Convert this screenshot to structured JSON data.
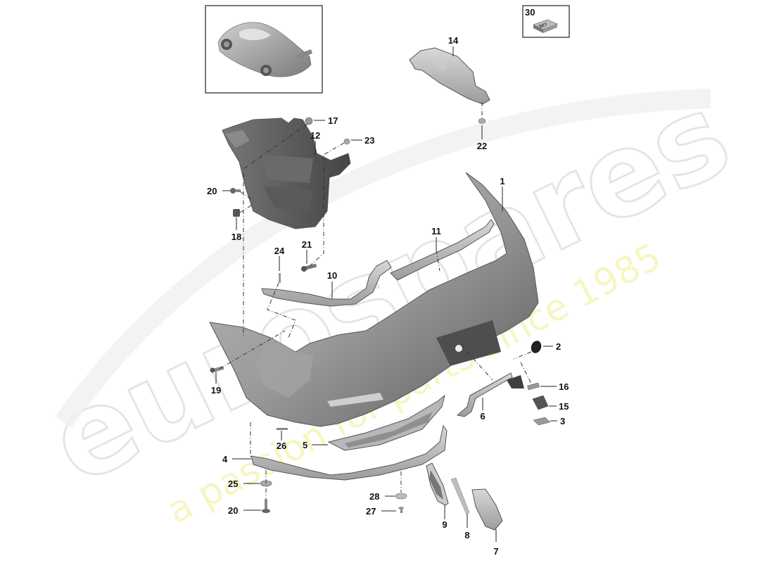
{
  "diagram": {
    "title": "Rear bumper assembly exploded view",
    "watermark": {
      "logo_text": "eurospares",
      "tagline": "a passion for parts since 1985",
      "logo_color": "#e6e6e6",
      "tagline_color": "#f2f2a8"
    },
    "inset_car_label": "vehicle overview",
    "set_box": {
      "number": "30",
      "label": "SET"
    },
    "callouts": [
      {
        "id": "c1",
        "number": "1"
      },
      {
        "id": "c2",
        "number": "2"
      },
      {
        "id": "c3",
        "number": "3"
      },
      {
        "id": "c4",
        "number": "4"
      },
      {
        "id": "c5",
        "number": "5"
      },
      {
        "id": "c6",
        "number": "6"
      },
      {
        "id": "c7",
        "number": "7"
      },
      {
        "id": "c8",
        "number": "8"
      },
      {
        "id": "c9",
        "number": "9"
      },
      {
        "id": "c10",
        "number": "10"
      },
      {
        "id": "c11",
        "number": "11"
      },
      {
        "id": "c12",
        "number": "12"
      },
      {
        "id": "c14",
        "number": "14"
      },
      {
        "id": "c15",
        "number": "15"
      },
      {
        "id": "c16",
        "number": "16"
      },
      {
        "id": "c17",
        "number": "17"
      },
      {
        "id": "c18",
        "number": "18"
      },
      {
        "id": "c19",
        "number": "19"
      },
      {
        "id": "c20a",
        "number": "20"
      },
      {
        "id": "c20b",
        "number": "20"
      },
      {
        "id": "c21",
        "number": "21"
      },
      {
        "id": "c22",
        "number": "22"
      },
      {
        "id": "c23",
        "number": "23"
      },
      {
        "id": "c24",
        "number": "24"
      },
      {
        "id": "c25",
        "number": "25"
      },
      {
        "id": "c26",
        "number": "26"
      },
      {
        "id": "c27",
        "number": "27"
      },
      {
        "id": "c28",
        "number": "28"
      }
    ]
  }
}
